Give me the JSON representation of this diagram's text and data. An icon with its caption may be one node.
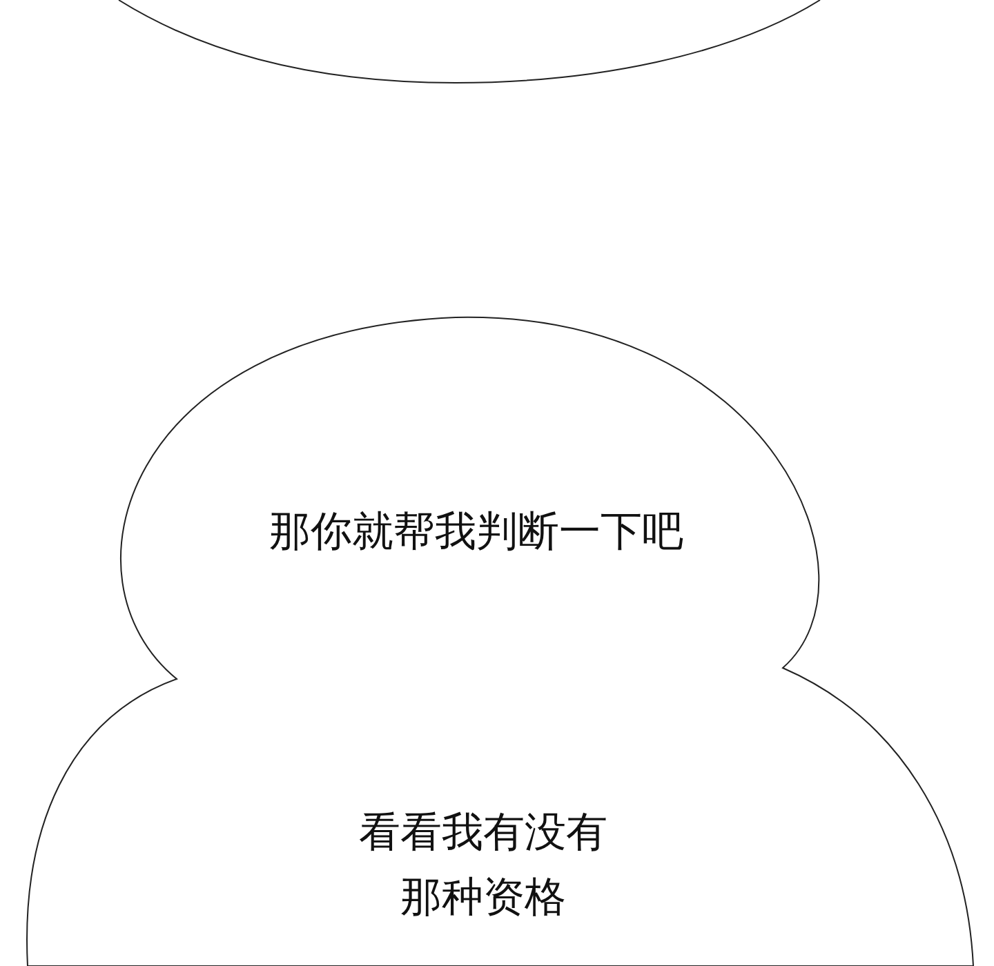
{
  "diagram": {
    "nodes": [
      {
        "text": [],
        "shape": "bubble"
      },
      {
        "text": [
          "那你就帮我判断一下吧",
          "看看我有没有那种资格"
        ]
      }
    ]
  }
}
